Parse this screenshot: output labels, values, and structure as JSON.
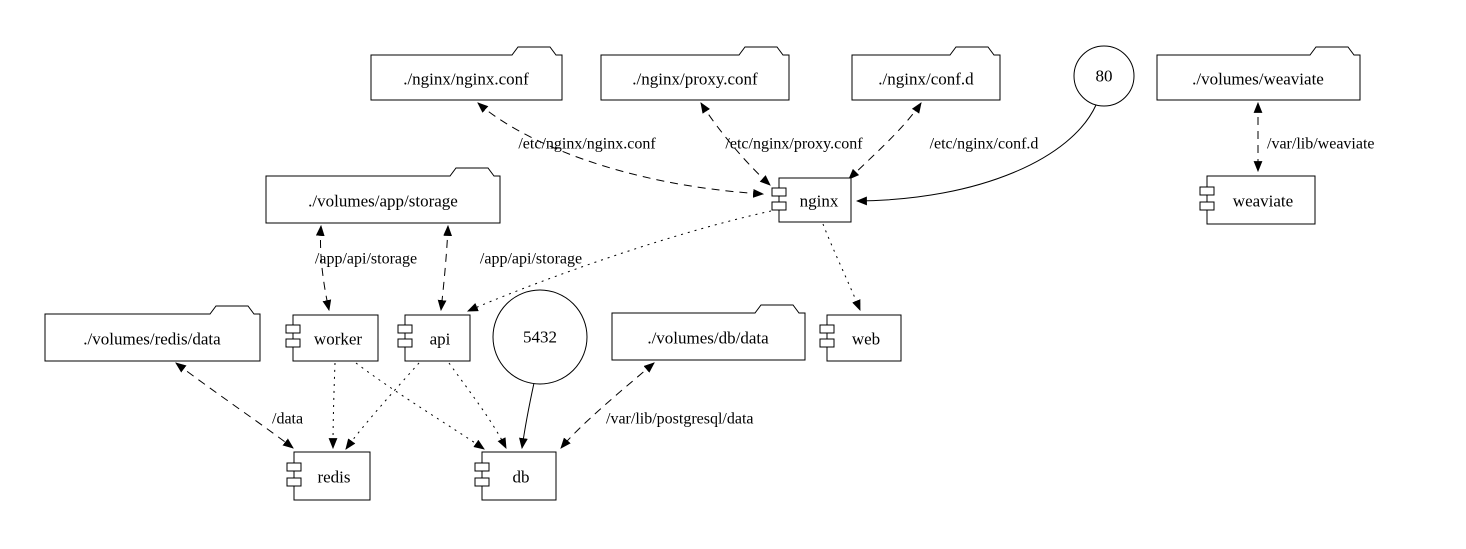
{
  "colors": {
    "background": "#ffffff",
    "stroke": "#000000",
    "text": "#000000"
  },
  "nodes": {
    "nginx_conf": {
      "label": "./nginx/nginx.conf",
      "type": "folder"
    },
    "proxy_conf": {
      "label": "./nginx/proxy.conf",
      "type": "folder"
    },
    "conf_d": {
      "label": "./nginx/conf.d",
      "type": "folder"
    },
    "port_80": {
      "label": "80",
      "type": "circle"
    },
    "volumes_weaviate": {
      "label": "./volumes/weaviate",
      "type": "folder"
    },
    "app_storage": {
      "label": "./volumes/app/storage",
      "type": "folder"
    },
    "nginx": {
      "label": "nginx",
      "type": "component"
    },
    "weaviate": {
      "label": "weaviate",
      "type": "component"
    },
    "redis_data": {
      "label": "./volumes/redis/data",
      "type": "folder"
    },
    "worker": {
      "label": "worker",
      "type": "component"
    },
    "api": {
      "label": "api",
      "type": "component"
    },
    "port_5432": {
      "label": "5432",
      "type": "circle"
    },
    "db_data": {
      "label": "./volumes/db/data",
      "type": "folder"
    },
    "web": {
      "label": "web",
      "type": "component"
    },
    "redis": {
      "label": "redis",
      "type": "component"
    },
    "db": {
      "label": "db",
      "type": "component"
    }
  },
  "edge_labels": {
    "nginx_conf_mount": "/etc/nginx/nginx.conf",
    "proxy_conf_mount": "/etc/nginx/proxy.conf",
    "conf_d_mount": "/etc/nginx/conf.d",
    "weaviate_mount": "/var/lib/weaviate",
    "worker_storage_mount": "/app/api/storage",
    "api_storage_mount": "/app/api/storage",
    "redis_mount": "/data",
    "db_mount": "/var/lib/postgresql/data"
  },
  "edges": [
    {
      "from": "nginx_conf",
      "to": "nginx",
      "style": "dashed",
      "dir": "both",
      "label": "/etc/nginx/nginx.conf"
    },
    {
      "from": "proxy_conf",
      "to": "nginx",
      "style": "dashed",
      "dir": "both",
      "label": "/etc/nginx/proxy.conf"
    },
    {
      "from": "conf_d",
      "to": "nginx",
      "style": "dashed",
      "dir": "both",
      "label": "/etc/nginx/conf.d"
    },
    {
      "from": "port_80",
      "to": "nginx",
      "style": "solid",
      "dir": "forward",
      "label": ""
    },
    {
      "from": "volumes_weaviate",
      "to": "weaviate",
      "style": "dashed",
      "dir": "both",
      "label": "/var/lib/weaviate"
    },
    {
      "from": "app_storage",
      "to": "worker",
      "style": "dashed",
      "dir": "both",
      "label": "/app/api/storage"
    },
    {
      "from": "app_storage",
      "to": "api",
      "style": "dashed",
      "dir": "both",
      "label": "/app/api/storage"
    },
    {
      "from": "nginx",
      "to": "api",
      "style": "dotted",
      "dir": "forward",
      "label": ""
    },
    {
      "from": "nginx",
      "to": "web",
      "style": "dotted",
      "dir": "forward",
      "label": ""
    },
    {
      "from": "redis_data",
      "to": "redis",
      "style": "dashed",
      "dir": "both",
      "label": "/data"
    },
    {
      "from": "worker",
      "to": "redis",
      "style": "dotted",
      "dir": "forward",
      "label": ""
    },
    {
      "from": "worker",
      "to": "db",
      "style": "dotted",
      "dir": "forward",
      "label": ""
    },
    {
      "from": "api",
      "to": "redis",
      "style": "dotted",
      "dir": "forward",
      "label": ""
    },
    {
      "from": "api",
      "to": "db",
      "style": "dotted",
      "dir": "forward",
      "label": ""
    },
    {
      "from": "port_5432",
      "to": "db",
      "style": "solid",
      "dir": "forward",
      "label": ""
    },
    {
      "from": "db_data",
      "to": "db",
      "style": "dashed",
      "dir": "both",
      "label": "/var/lib/postgresql/data"
    }
  ]
}
